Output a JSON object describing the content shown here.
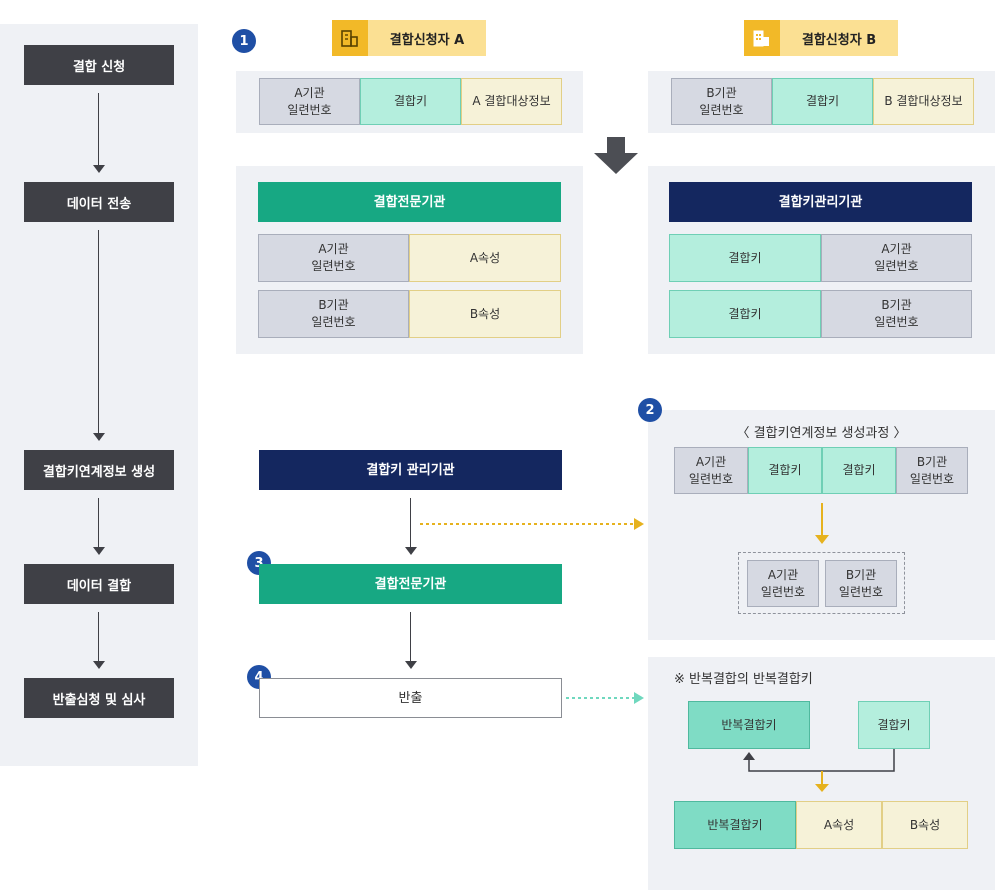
{
  "steps": [
    "결합 신청",
    "데이터 전송",
    "결합키연계정보 생성",
    "데이터 결합",
    "반출심청 및 심사"
  ],
  "badges": [
    "1",
    "2",
    "3",
    "4"
  ],
  "applicant_a": "결합신청자 A",
  "applicant_b": "결합신청자 B",
  "row_a": [
    "A기관\n일련번호",
    "결합키",
    "A 결합대상정보"
  ],
  "row_b": [
    "B기관\n일련번호",
    "결합키",
    "B 결합대상정보"
  ],
  "expert_box": {
    "title": "결합전문기관",
    "rows": [
      [
        "A기관\n일련번호",
        "A속성"
      ],
      [
        "B기관\n일련번호",
        "B속성"
      ]
    ]
  },
  "key_mgr_box": {
    "title": "결합키관리기관",
    "rows": [
      [
        "결합키",
        "A기관\n일련번호"
      ],
      [
        "결합키",
        "B기관\n일련번호"
      ]
    ]
  },
  "flow": {
    "key_mgr": "결합키 관리기관",
    "expert": "결합전문기관",
    "export": "반출"
  },
  "process": {
    "title": "〈 결합키연계정보 생성과정 〉",
    "row": [
      "A기관\n일련번호",
      "결합키",
      "결합키",
      "B기관\n일련번호"
    ],
    "result": [
      "A기관\n일련번호",
      "B기관\n일련번호"
    ]
  },
  "repeat": {
    "title": "※ 반복결합의 반복결합키",
    "top": [
      "반복결합키",
      "결합키"
    ],
    "bottom": [
      "반복결합키",
      "A속성",
      "B속성"
    ]
  },
  "colors": {
    "navy": "#14275f",
    "green": "#17a883",
    "dark": "#3f4046",
    "yellow": "#f2b928",
    "badge": "#1f4fa5"
  }
}
